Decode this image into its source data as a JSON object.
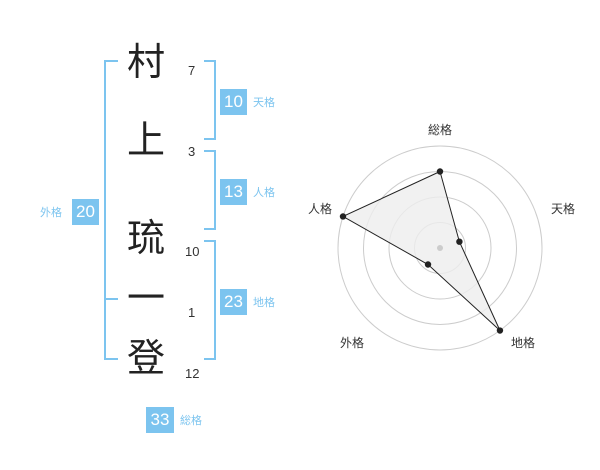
{
  "name": {
    "chars": [
      {
        "char": "村",
        "strokes": "7"
      },
      {
        "char": "上",
        "strokes": "3"
      },
      {
        "char": "琉",
        "strokes": "10"
      },
      {
        "char": "一",
        "strokes": "1"
      },
      {
        "char": "登",
        "strokes": "12"
      }
    ]
  },
  "fortunes": {
    "tenkaku": {
      "value": "10",
      "label": "天格"
    },
    "jinkaku": {
      "value": "13",
      "label": "人格"
    },
    "chikaku": {
      "value": "23",
      "label": "地格"
    },
    "gaikaku": {
      "value": "20",
      "label": "外格"
    },
    "soukaku": {
      "value": "33",
      "label": "総格"
    }
  },
  "radar": {
    "axes": [
      "総格",
      "天格",
      "地格",
      "外格",
      "人格"
    ],
    "values": [
      0.75,
      0.2,
      1.0,
      0.2,
      1.0
    ],
    "levels": 4,
    "accent": "#7cc4ef",
    "fill": "#eeeeee",
    "stroke": "#222222",
    "grid": "#cccccc"
  }
}
